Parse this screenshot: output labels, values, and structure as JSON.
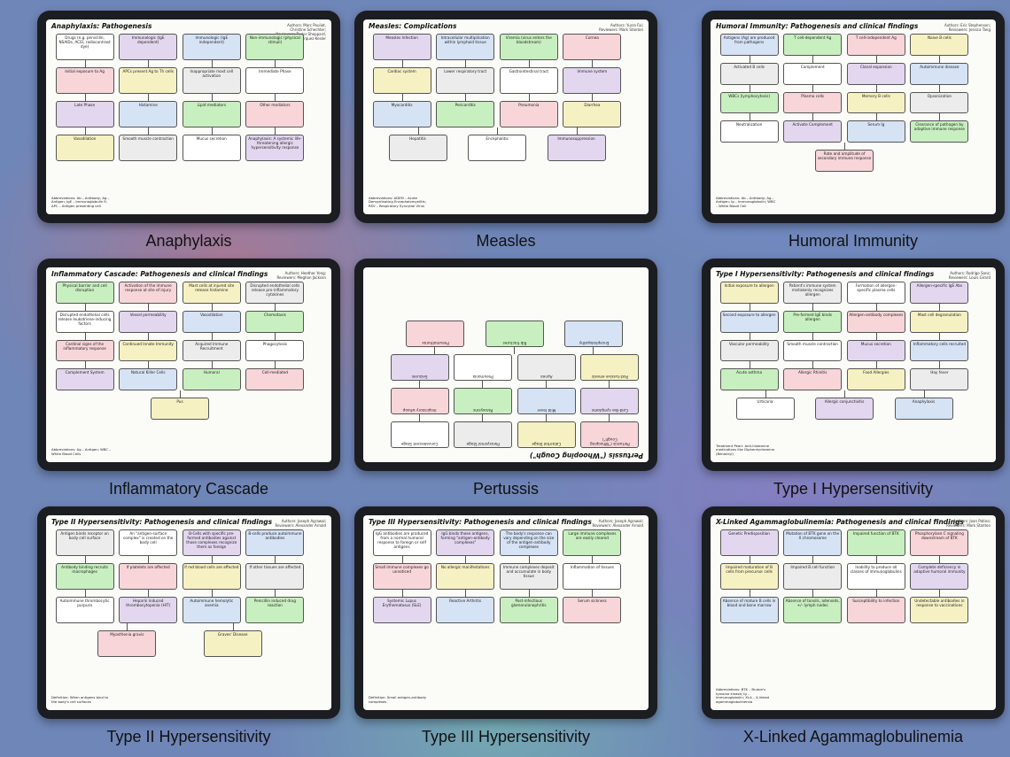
{
  "tiles": [
    {
      "id": "anaphylaxis",
      "caption": "Anaphylaxis",
      "sheet_title": "Anaphylaxis: Pathogenesis",
      "authors": "Authors: Marc Pouliot, Christine Schechter; Reviewers: Taylor Sheppard, Luis Marquez-Kesler",
      "flip": false,
      "nodes": [
        "Drugs (e.g. penicillin, NSAIDs, ACEI, radiocontrast dye)",
        "Immunologic (IgE dependent)",
        "Immunologic (IgE independent)",
        "Non-immunologic (physical stimuli)",
        "Initial exposure to Ag",
        "APCs present Ag to Th cells",
        "Inappropriate mast cell activation",
        "Immediate Phase",
        "Late Phase",
        "Histamine",
        "Lipid mediators",
        "Other mediators",
        "Vasodilation",
        "Smooth muscle contraction",
        "Mucus secretion",
        "Anaphylaxis: A systemic life-threatening allergic hypersensitivity response"
      ],
      "abbrev": "Abbreviations: Ab – Antibody; Ag – Antigen; IgE – Immunoglobulin E; APC – Antigen presenting cell"
    },
    {
      "id": "measles",
      "caption": "Measles",
      "sheet_title": "Measles: Complications",
      "authors": "Authors: Yusra Fai; Reviewers: Mark Stanton",
      "flip": false,
      "nodes": [
        "Measles Infection",
        "Intracellular multiplication within lymphoid tissue",
        "Viremia (virus enters the bloodstream)",
        "Cornea",
        "Cardiac system",
        "Lower respiratory tract",
        "Gastrointestinal tract",
        "Immune system",
        "Myocarditis",
        "Pericarditis",
        "Pneumonia",
        "Diarrhea",
        "Hepatitis",
        "Encephalitis",
        "Immunosuppression"
      ],
      "abbrev": "Abbreviations: ADEM – Acute Demyelinating Encephalomyelitis; RSV – Respiratory Syncytial Virus"
    },
    {
      "id": "humoral",
      "caption": "Humoral Immunity",
      "sheet_title": "Humoral Immunity: Pathogenesis and clinical findings",
      "authors": "Authors: Eric Stephenson; Reviewers: Jessica Tang",
      "flip": false,
      "nodes": [
        "Antigens (Ag) are produced from pathogens",
        "T cell-dependent Ag",
        "T cell-independent Ag",
        "Naive B cells",
        "Activated B cells",
        "Complement",
        "Clonal expansion",
        "Autoimmune disease",
        "WBCs (lymphocytosis)",
        "Plasma cells",
        "Memory B cells",
        "Opsonization",
        "Neutralization",
        "Activate Complement",
        "Serum Ig",
        "Clearance of pathogen by adaptive immune response",
        "Rate and amplitude of secondary immune response"
      ],
      "abbrev": "Abbreviations: Ab – Antibody; Ag – Antigen; Ig – Immunoglobulin; WBC – White Blood Cell"
    },
    {
      "id": "inflammatory",
      "caption": "Inflammatory Cascade",
      "sheet_title": "Inflammatory Cascade: Pathogenesis and clinical findings",
      "authors": "Authors: Heather Yong; Reviewers: Meghan Jackson",
      "flip": false,
      "nodes": [
        "Physical barrier and cell disruption",
        "Activation of the immune response at site of injury",
        "Mast cells at injured site release histamine",
        "Disrupted endothelial cells release pro-inflammatory cytokines",
        "Disrupted endothelial cells release leukotriene-inducing factors",
        "Vessel permeability",
        "Vasodilation",
        "Chemotaxis",
        "Cardinal signs of the inflammatory response",
        "Continued Innate Immunity",
        "Acquired Immune Recruitment",
        "Phagocytosis",
        "Complement System",
        "Natural Killer Cells",
        "Humoral",
        "Cell-mediated",
        "Pus"
      ],
      "abbrev": "Abbreviations: Ag – Antigen; WBC – White Blood Cells"
    },
    {
      "id": "pertussis",
      "caption": "Pertussis",
      "sheet_title": "Pertussis (\"Whooping Cough\")",
      "authors": "",
      "flip": true,
      "nodes": [
        "Pertussis (\"Whooping Cough\")",
        "Catarrhal Stage",
        "Paroxysmal Stage",
        "Convalescent Stage",
        "Cold-like symptoms",
        "Mild fever",
        "Paroxysms",
        "Inspiratory whoop",
        "Post-tussive emesis",
        "Apnea",
        "Pneumonia",
        "Seizures",
        "Encephalopathy",
        "Rib fractures",
        "Pneumothorax"
      ],
      "abbrev": ""
    },
    {
      "id": "type1",
      "caption": "Type I Hypersensitivity",
      "sheet_title": "Type I Hypersensitivity: Pathogenesis and clinical findings",
      "authors": "Authors: Rodrigo Sanz; Reviewers: Louis Girard",
      "flip": false,
      "nodes": [
        "Initial exposure to allergen",
        "Patient's immune system mistakenly recognizes allergen",
        "Formation of allergen-specific plasma cells",
        "Allergen-specific IgE Abs",
        "Second exposure to allergen",
        "Pre-formed IgE binds allergen",
        "Allergen-antibody complexes",
        "Mast cell degranulation",
        "Vascular permeability",
        "Smooth muscle contraction",
        "Mucus secretion",
        "Inflammatory cells recruited",
        "Acute asthma",
        "Allergic Rhinitis",
        "Food Allergies",
        "Hay fever",
        "Urticaria",
        "Allergic conjunctivitis",
        "Anaphylaxis"
      ],
      "abbrev": "Treatment Pearl: Anti-histamine medications like Diphenhydramine (Benadryl)"
    },
    {
      "id": "type2",
      "caption": "Type II Hypersensitivity",
      "sheet_title": "Type II Hypersensitivity: Pathogenesis and clinical findings",
      "authors": "Authors: Joseph Agrawal; Reviewers: Alexander Arnold",
      "flip": false,
      "nodes": [
        "Antigen binds receptor on body cell surface",
        "An \"antigen-surface complex\" is created on the body cell",
        "B-Cells with specific pre-formed antibodies against those complexes recognize them as foreign",
        "B-cells produce autoimmune antibodies",
        "Antibody binding recruits macrophages",
        "If platelets are affected",
        "If red blood cells are affected",
        "If other tissues are affected",
        "Autoimmune thrombocytic purpura",
        "Heparin induced thrombocytopenia (HIT)",
        "Autoimmune hemolytic anemia",
        "Penicillin induced drug reaction",
        "Myasthenia gravis",
        "Graves' Disease"
      ],
      "abbrev": "Definition: When antigens bind to the body's cell surfaces"
    },
    {
      "id": "type3",
      "caption": "Type III Hypersensitivity",
      "sheet_title": "Type III Hypersensitivity: Pathogenesis and clinical findings",
      "authors": "Authors: Joseph Agrawal; Reviewers: Alexander Arnold",
      "flip": false,
      "nodes": [
        "IgG antibodies are produced from a normal humoral response to foreign or self antigens",
        "IgG binds these antigens, forming \"antigen-antibody complexes\"",
        "The body's response can vary depending on the size of the antigen-antibody complexes",
        "Large immune complexes are easily cleared",
        "Small immune complexes go unnoticed",
        "No allergic manifestations",
        "Immune complexes deposit and accumulate in body tissue",
        "Inflammation of tissues",
        "Systemic Lupus Erythematosus (SLE)",
        "Reactive Arthritis",
        "Post-infectious glomerulonephritis",
        "Serum sickness"
      ],
      "abbrev": "Definition: Small antigen-antibody complexes"
    },
    {
      "id": "xla",
      "caption": "X-Linked Agammaglobulinemia",
      "sheet_title": "X-Linked Agammaglobulinemia: Pathogenesis and clinical findings",
      "authors": "Authors: Joan Patino; Reviewers: Mark Stanton",
      "flip": false,
      "nodes": [
        "Genetic Predisposition",
        "Mutation of BTK gene on the X chromosome",
        "Impaired function of BTK",
        "Phosphorylase C signaling downstream of BTK",
        "Impaired maturation of B cells from precursor cells",
        "Impaired B cell function",
        "Inability to produce all classes of immunoglobulins",
        "Complete deficiency in adaptive humoral immunity",
        "Absence of mature B cells in blood and bone marrow",
        "Absence of tonsils, adenoids, +/- lymph nodes",
        "Susceptibility to infection",
        "Undetectable antibodies in response to vaccinations"
      ],
      "abbrev": "Abbreviations: BTK – Bruton's tyrosine kinase; Ig – Immunoglobulin; XLA – X-linked agammaglobulinemia"
    }
  ]
}
